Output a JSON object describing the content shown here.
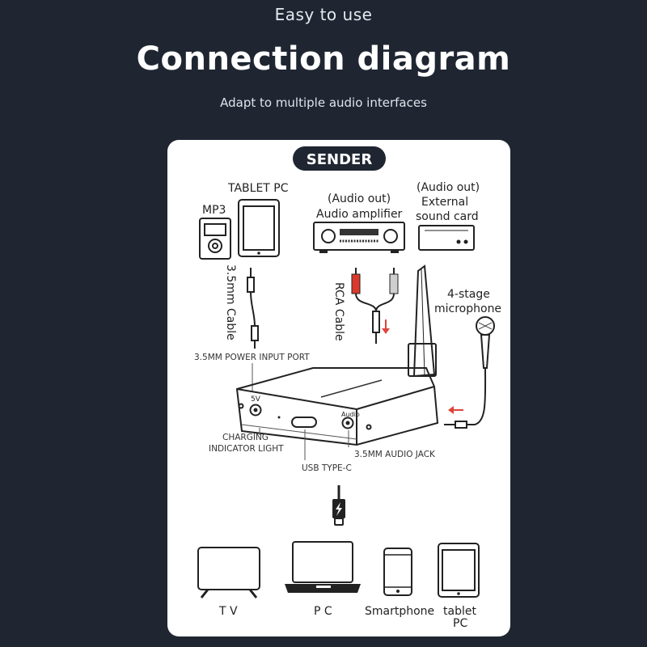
{
  "header": {
    "eyebrow": "Easy to use",
    "title": "Connection diagram",
    "subtitle": "Adapt to multiple audio interfaces"
  },
  "diagram": {
    "badge": "SENDER",
    "sources": {
      "tablet": "TABLET PC",
      "mp3": "MP3",
      "amp_line1": "(Audio out)",
      "amp_line2": "Audio amplifier",
      "card_line1": "(Audio out)",
      "card_line2": "External",
      "card_line3": "sound card"
    },
    "cables": {
      "cable_35": "3.5mm Cable",
      "rca": "RCA Cable"
    },
    "mic_line1": "4-stage",
    "mic_line2": "microphone",
    "ports": {
      "power": "3.5MM POWER INPUT PORT",
      "voltage": "5V",
      "audio_mark": "Audio",
      "charging_line1": "CHARGING",
      "charging_line2": "INDICATOR LIGHT",
      "audio_jack": "3.5MM AUDIO JACK",
      "usbc": "USB TYPE-C"
    },
    "targets": {
      "tv": "T V",
      "pc": "P C",
      "smartphone": "Smartphone",
      "tablet_line1": "tablet",
      "tablet_line2": "PC"
    },
    "colors": {
      "accent_arrow": "#e0443a",
      "badge_bg": "#1f2632",
      "rca_red": "#d93a2b"
    }
  }
}
